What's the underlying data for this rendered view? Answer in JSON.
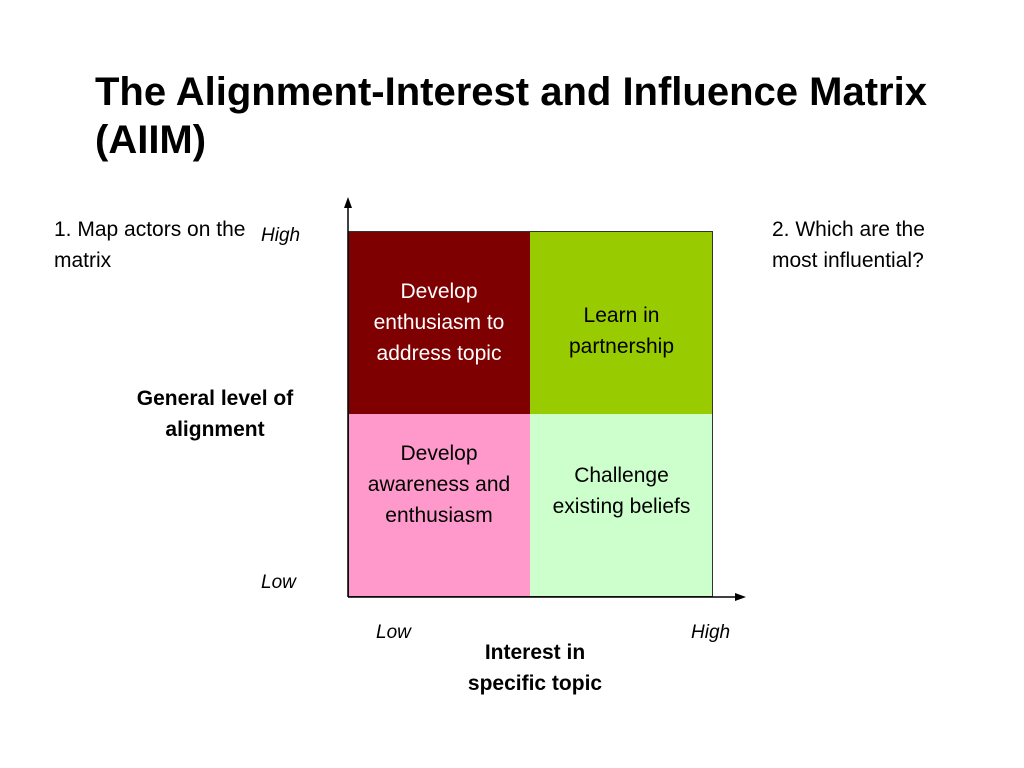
{
  "title": "The Alignment-Interest and Influence Matrix (AIIM)",
  "notes": {
    "left": "1. Map actors on the matrix",
    "right": "2. Which are the most influential?"
  },
  "y_axis": {
    "label": "General level of alignment",
    "high": "High",
    "low": "Low"
  },
  "x_axis": {
    "label": "Interest in specific topic",
    "low": "Low",
    "high": "High"
  },
  "quadrants": [
    {
      "position": "top-left",
      "text": "Develop enthusiasm to address topic",
      "color": "#7f0000"
    },
    {
      "position": "top-right",
      "text": "Learn in partnership",
      "color": "#99cc00"
    },
    {
      "position": "bottom-left",
      "text": "Develop awareness and enthusiasm",
      "color": "#ff99cc"
    },
    {
      "position": "bottom-right",
      "text": "Challenge existing beliefs",
      "color": "#ccffcc"
    }
  ]
}
